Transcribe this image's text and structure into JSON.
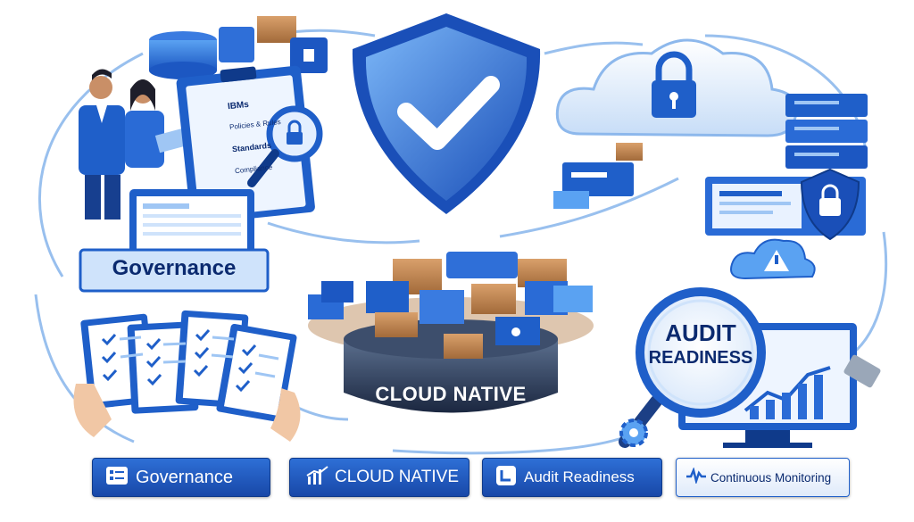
{
  "center": {
    "label": "CLOUD NATIVE"
  },
  "governance_plate": {
    "label": "Governance"
  },
  "audit_lens": {
    "line1": "AUDIT",
    "line2": "READINESS"
  },
  "clipboard": {
    "items": [
      "IBMs",
      "Policies & Rules",
      "Standards",
      "Compliance"
    ]
  },
  "bottom_bar": {
    "buttons": [
      {
        "label": "Governance",
        "icon": "document-list-icon"
      },
      {
        "label": "CLOUD NATIVE",
        "icon": "bar-chart-icon"
      },
      {
        "label": "Audit Readiness",
        "icon": "corner-bracket-icon"
      },
      {
        "label": "Continuous Monitoring",
        "icon": "pulse-wave-icon"
      }
    ]
  },
  "colors": {
    "primary_blue": "#1f5fc9",
    "light_blue": "#cfe3fb",
    "box_brown": "#b9824f",
    "dark_navy": "#0b2a6f"
  }
}
